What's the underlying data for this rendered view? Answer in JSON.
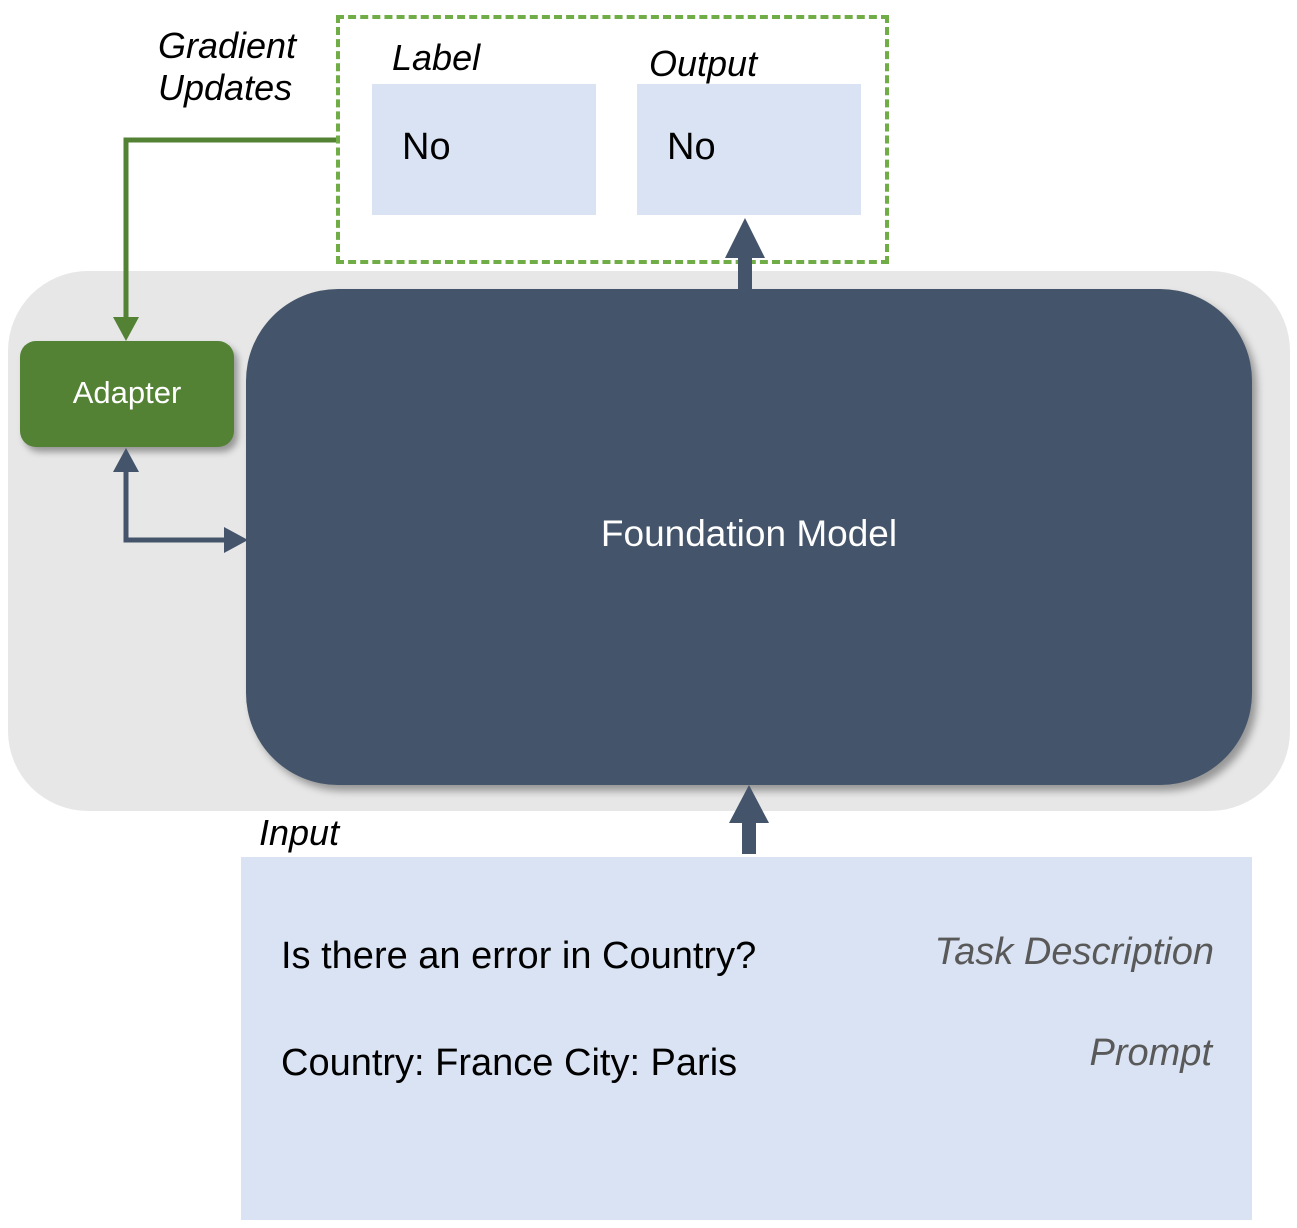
{
  "labels": {
    "gradient_line1": "Gradient",
    "gradient_line2": "Updates",
    "label_title": "Label",
    "output_title": "Output",
    "input_title": "Input"
  },
  "label_box": {
    "value": "No"
  },
  "output_box": {
    "value": "No"
  },
  "foundation_model": {
    "label": "Foundation Model"
  },
  "adapter": {
    "label": "Adapter"
  },
  "input": {
    "task_text": "Is there an error in Country?",
    "task_tag": "Task Description",
    "prompt_text": "Country: France City: Paris",
    "prompt_tag": "Prompt"
  },
  "colors": {
    "panel_bg": "#e7e7e7",
    "model_fill": "#44546a",
    "adapter_fill": "#548235",
    "light_box": "#dae3f3",
    "gradient_green": "#548235",
    "dashed_green": "#70ad47"
  }
}
